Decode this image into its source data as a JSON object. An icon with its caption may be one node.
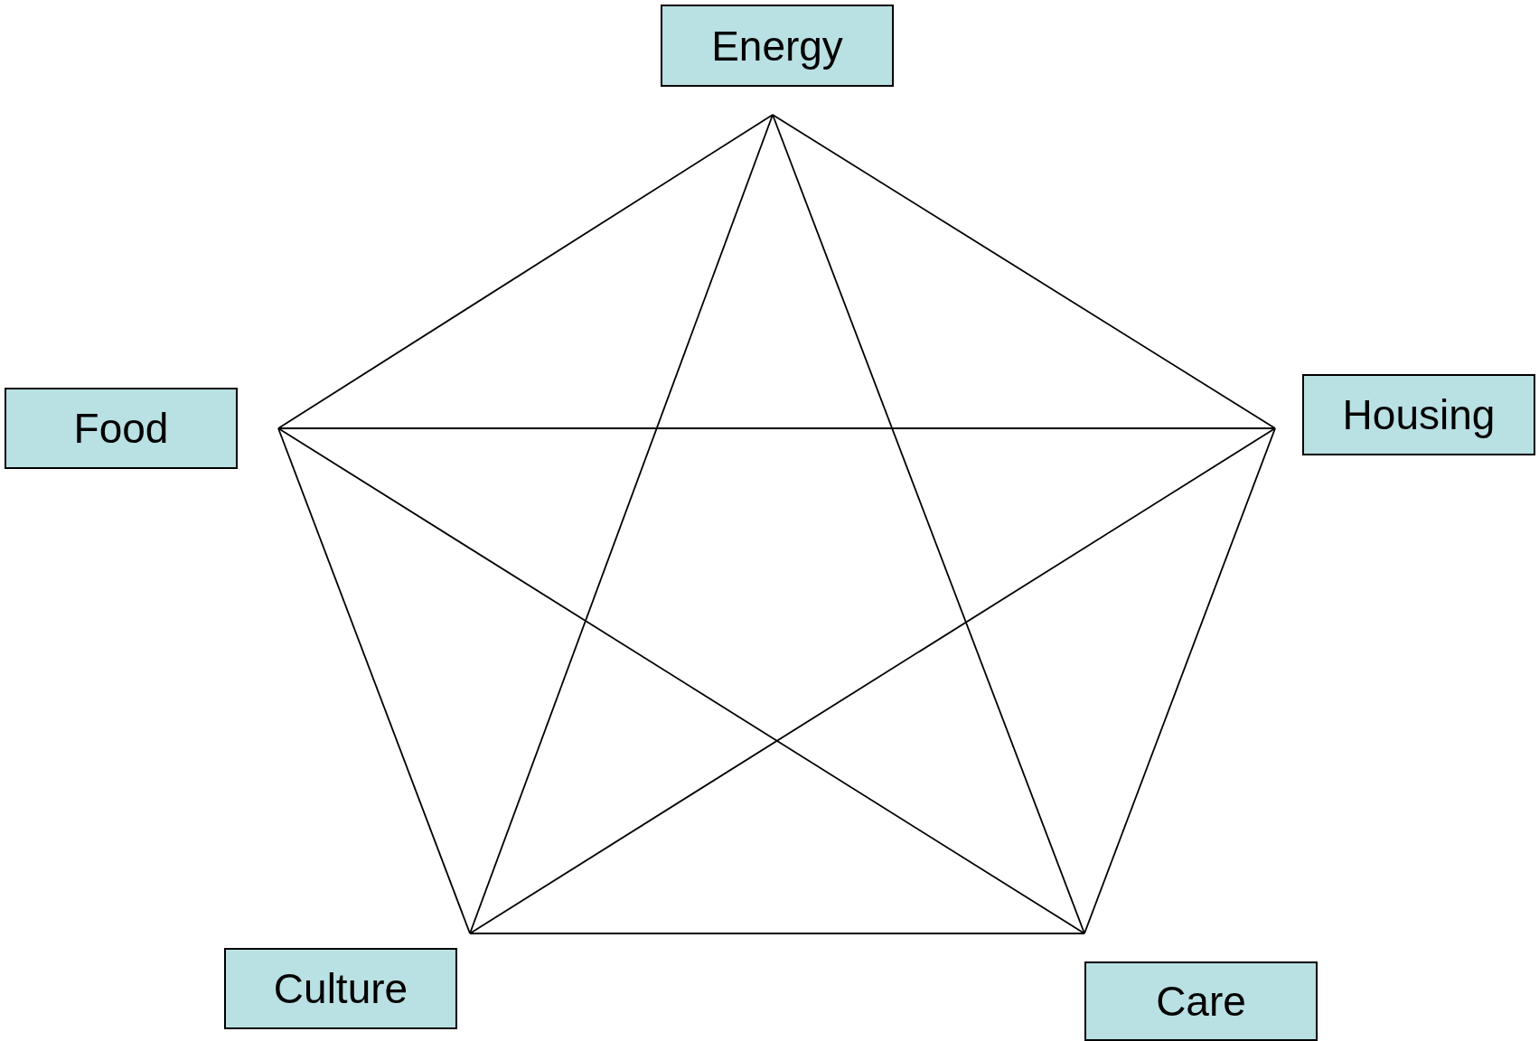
{
  "diagram": {
    "nodes": [
      {
        "text": [
          "Energy"
        ]
      },
      {
        "text": [
          "Food"
        ]
      },
      {
        "text": [
          "Housing"
        ]
      },
      {
        "text": [
          "Culture"
        ]
      },
      {
        "text": [
          "Care"
        ]
      }
    ],
    "edges": [
      {
        "from": 0,
        "to": 1,
        "arrow": "none"
      },
      {
        "from": 0,
        "to": 2,
        "arrow": "none"
      },
      {
        "from": 1,
        "to": 3,
        "arrow": "none"
      },
      {
        "from": 2,
        "to": 4,
        "arrow": "none"
      },
      {
        "from": 3,
        "to": 4,
        "arrow": "none"
      },
      {
        "from": 1,
        "to": 2,
        "arrow": "none"
      },
      {
        "from": 0,
        "to": 3,
        "arrow": "none"
      },
      {
        "from": 0,
        "to": 4,
        "arrow": "none"
      },
      {
        "from": 1,
        "to": 4,
        "arrow": "none"
      },
      {
        "from": 2,
        "to": 3,
        "arrow": "none"
      }
    ]
  }
}
